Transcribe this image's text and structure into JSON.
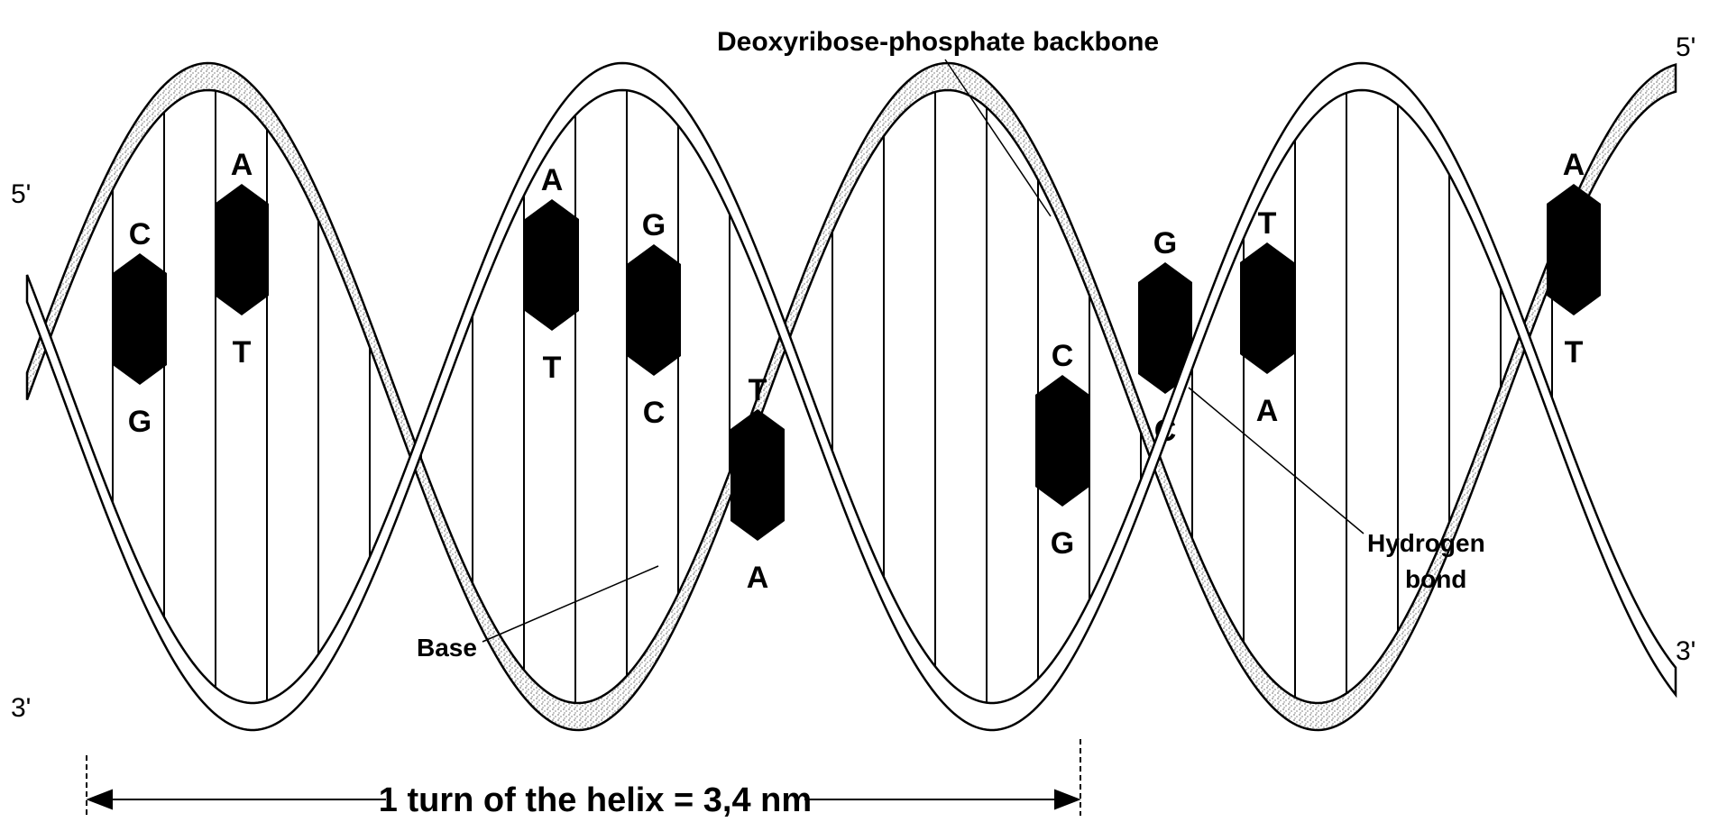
{
  "end_labels": {
    "top_left": "5'",
    "bottom_left": "3'",
    "top_right": "5'",
    "bottom_right": "3'"
  },
  "labels": {
    "backbone": "Deoxyribose-phosphate backbone",
    "base": "Base",
    "hydrogen_bond_line1": "Hydrogen",
    "hydrogen_bond_line2": "bond",
    "helix_turn": "1 turn of the helix = 3,4 nm"
  },
  "base_pairs": [
    {
      "top": "C",
      "bottom": "G"
    },
    {
      "top": "A",
      "bottom": "T"
    },
    {
      "top": "A",
      "bottom": "T"
    },
    {
      "top": "G",
      "bottom": "C"
    },
    {
      "top": "T",
      "bottom": "A"
    },
    {
      "top": "C",
      "bottom": "G"
    },
    {
      "top": "G",
      "bottom": "C"
    },
    {
      "top": "T",
      "bottom": "A"
    },
    {
      "top": "A",
      "bottom": "T"
    }
  ],
  "colors": {
    "ink": "#000000",
    "background": "#ffffff",
    "backbone_shade": "#bdbdbd"
  }
}
